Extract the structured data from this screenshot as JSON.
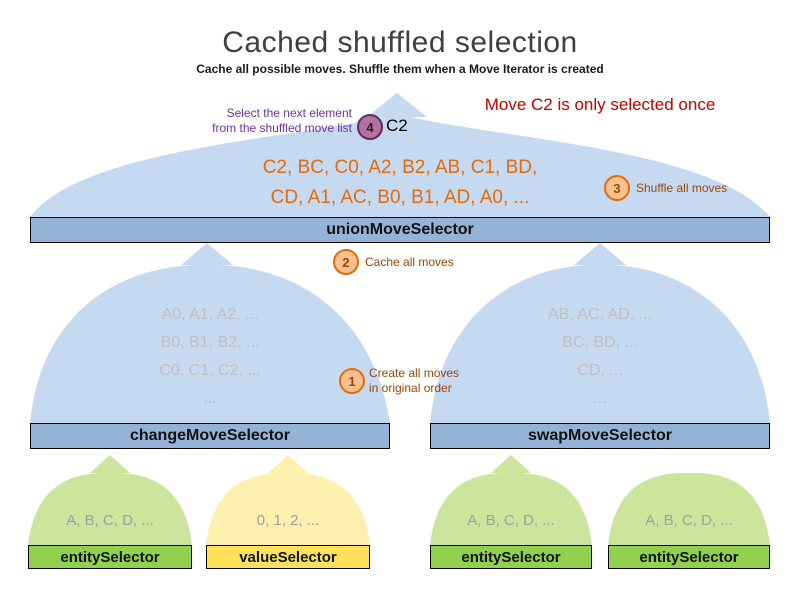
{
  "title": "Cached shuffled selection",
  "subtitle": "Cache all possible moves. Shuffle them when a Move Iterator is created",
  "note": "Move C2 is only selected once",
  "annotation": {
    "line1": "Select the next element",
    "line2": "from the shuffled move list"
  },
  "output_label": "C2",
  "union_selector": {
    "moves_line1": "C2, BC, C0, A2, B2, AB, C1, BD,",
    "moves_line2": "CD, A1, AC, B0, B1, AD, A0, ...",
    "bar_label": "unionMoveSelector"
  },
  "badges": {
    "step1": {
      "number": "1",
      "line1": "Create all moves",
      "line2": "in original order"
    },
    "step2": {
      "number": "2",
      "label": "Cache all moves"
    },
    "step3": {
      "number": "3",
      "label": "Shuffle all moves"
    },
    "step4": {
      "number": "4"
    }
  },
  "change_selector": {
    "lines": [
      "A0, A1, A2, ...",
      "B0, B1, B2, ...",
      "C0, C1, C2, ...",
      "..."
    ],
    "bar_label": "changeMoveSelector"
  },
  "swap_selector": {
    "lines": [
      "AB, AC, AD, ...",
      "BC, BD, ...",
      "CD, ...",
      "..."
    ],
    "bar_label": "swapMoveSelector"
  },
  "entity_selector_left": {
    "values": "A, B, C, D, ...",
    "bar_label": "entitySelector"
  },
  "value_selector": {
    "values": "0, 1, 2, ...",
    "bar_label": "valueSelector"
  },
  "entity_selector_mid": {
    "values": "A, B, C, D, ...",
    "bar_label": "entitySelector"
  },
  "entity_selector_right": {
    "values": "A, B, C, D, ...",
    "bar_label": "entitySelector"
  },
  "colors": {
    "funnel_blue": "#c5d9f1",
    "bar_blue": "#95b3d7",
    "funnel_green": "#cde49c",
    "bar_green": "#92d050",
    "funnel_yellow": "#fdf0ae",
    "bar_yellow": "#ffe15a",
    "orange_text": "#e36c0a",
    "gray_text": "#bfbfbf",
    "red_text": "#c00000",
    "purple_text": "#7030a0",
    "badge_orange": "#fac090",
    "badge_purple": "#b3739c",
    "step_text": "#974706"
  }
}
